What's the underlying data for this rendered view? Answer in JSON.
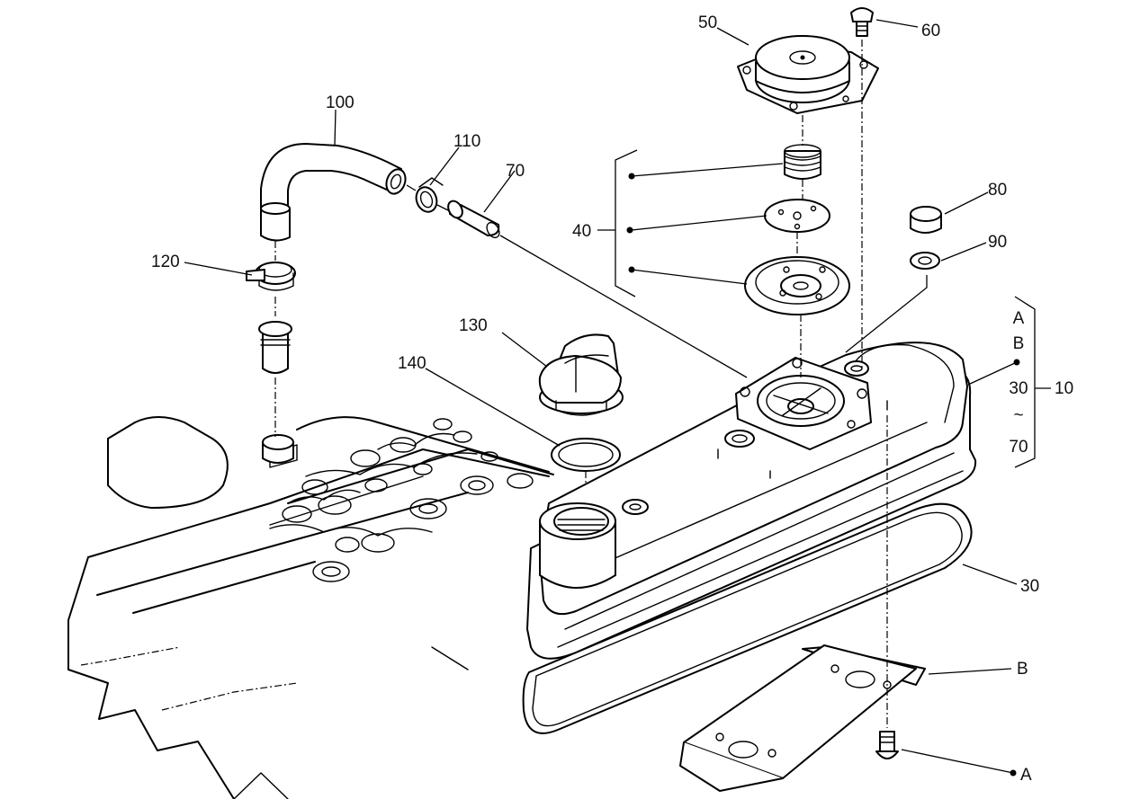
{
  "callouts": {
    "c10": "10",
    "c30": "30",
    "c40": "40",
    "c50": "50",
    "c60": "60",
    "c70": "70",
    "c80": "80",
    "c90": "90",
    "c100": "100",
    "c110": "110",
    "c120": "120",
    "c130": "130",
    "c140": "140",
    "cA": "A",
    "cB": "B"
  },
  "kit10": {
    "items": [
      "A",
      "B",
      "30",
      "~",
      "70"
    ]
  }
}
